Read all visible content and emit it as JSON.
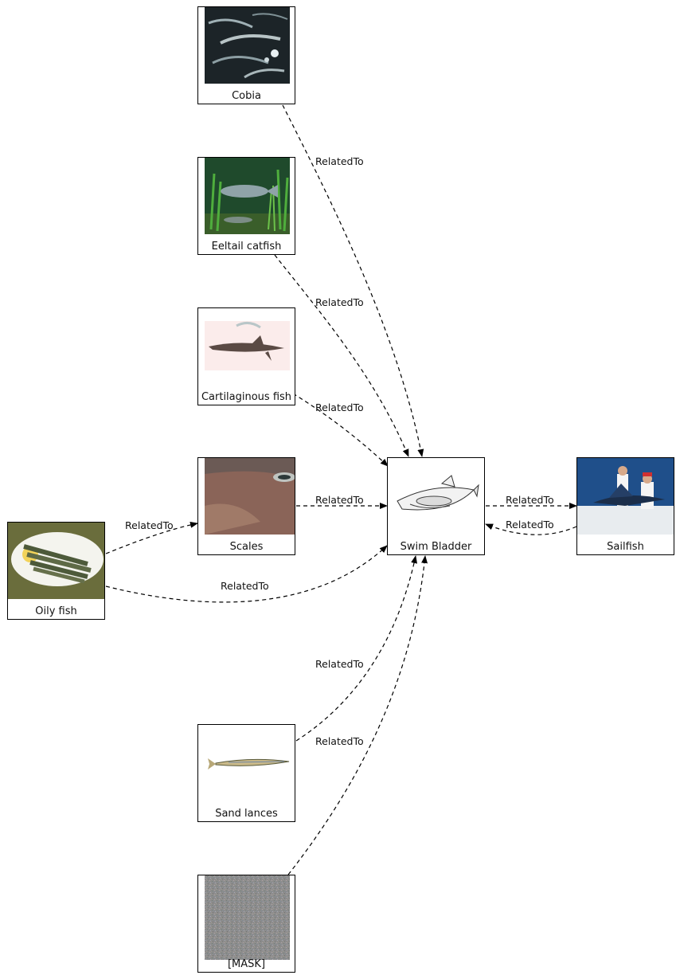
{
  "diagram": {
    "center": "Swim Bladder",
    "nodes": [
      {
        "id": "cobia",
        "label": "Cobia",
        "image": "fish-school-photo"
      },
      {
        "id": "eeltail",
        "label": "Eeltail catfish",
        "image": "aquarium-catfish-photo"
      },
      {
        "id": "cartilaginous",
        "label": "Cartilaginous fish",
        "image": "shark-illustration"
      },
      {
        "id": "scales",
        "label": "Scales",
        "image": "shark-skin-closeup-photo"
      },
      {
        "id": "swim",
        "label": "Swim Bladder",
        "image": "fish-anatomy-sketch"
      },
      {
        "id": "sailfish",
        "label": "Sailfish",
        "image": "fishermen-with-sailfish-photo"
      },
      {
        "id": "oily",
        "label": "Oily fish",
        "image": "sardines-on-plate-photo"
      },
      {
        "id": "sandlances",
        "label": "Sand lances",
        "image": "sand-lance-illustration"
      },
      {
        "id": "mask",
        "label": "[MASK]",
        "image": "noise-image"
      }
    ],
    "edges": [
      {
        "from": "cobia",
        "to": "swim",
        "label": "RelatedTo"
      },
      {
        "from": "eeltail",
        "to": "swim",
        "label": "RelatedTo"
      },
      {
        "from": "cartilaginous",
        "to": "swim",
        "label": "RelatedTo"
      },
      {
        "from": "scales",
        "to": "swim",
        "label": "RelatedTo"
      },
      {
        "from": "swim",
        "to": "sailfish",
        "label": "RelatedTo"
      },
      {
        "from": "sailfish",
        "to": "swim",
        "label": "RelatedTo"
      },
      {
        "from": "oily",
        "to": "scales",
        "label": "RelatedTo"
      },
      {
        "from": "oily",
        "to": "swim",
        "label": "RelatedTo"
      },
      {
        "from": "sandlances",
        "to": "swim",
        "label": "RelatedTo"
      },
      {
        "from": "mask",
        "to": "swim",
        "label": "RelatedTo"
      }
    ]
  }
}
